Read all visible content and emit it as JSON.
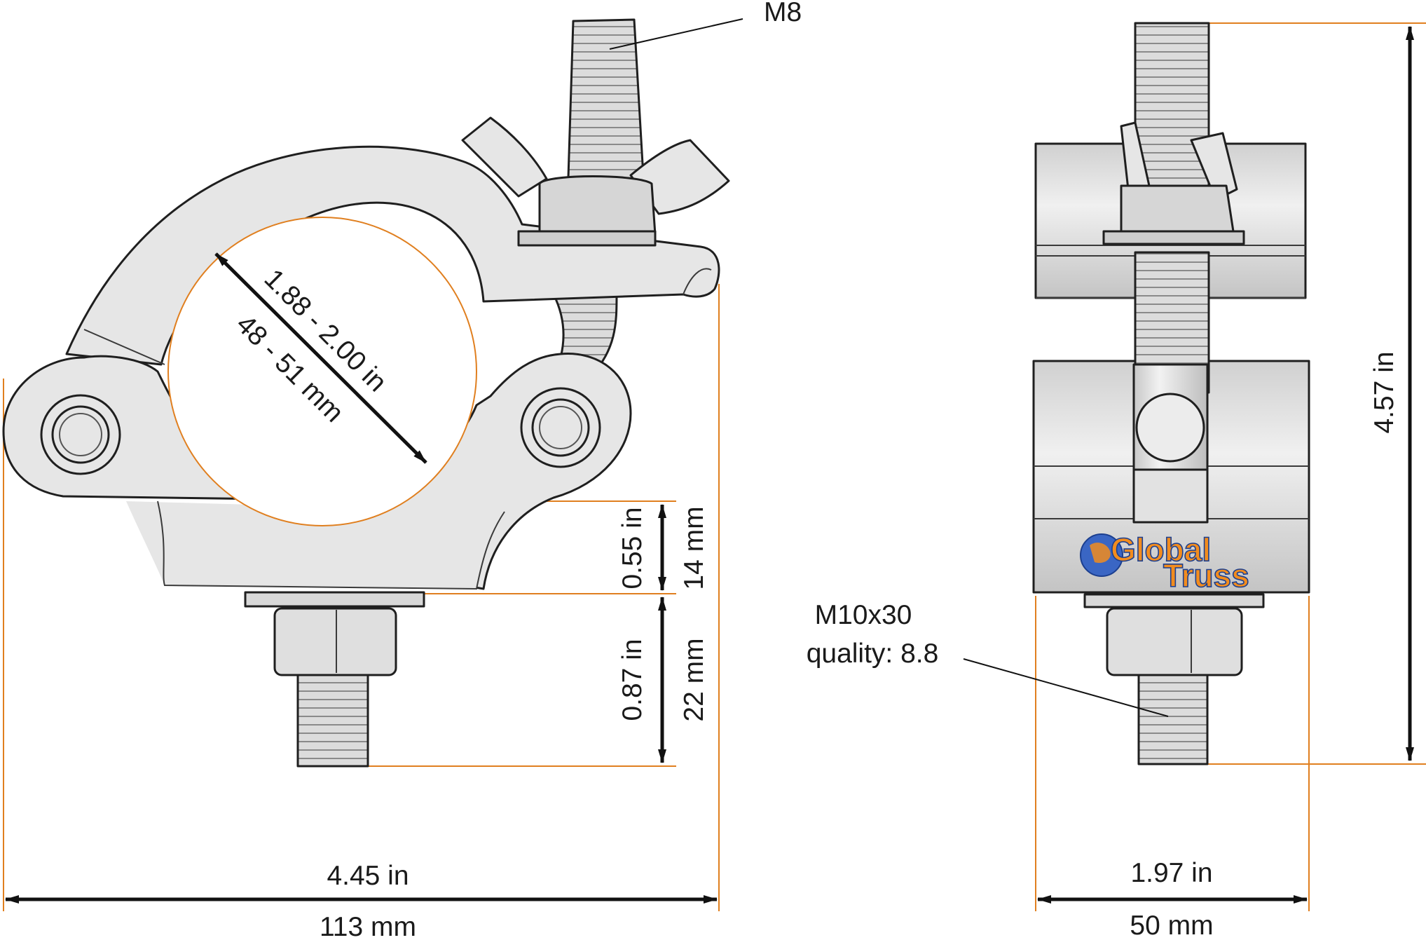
{
  "thread_top": "M8",
  "bolt_spec_line1": "M10x30",
  "bolt_spec_line2": "quality: 8.8",
  "tube_dia_in": "1.88 - 2.00 in",
  "tube_dia_mm": "48 - 51 mm",
  "base_gap_in": "0.55 in",
  "base_gap_mm": "14 mm",
  "bolt_len_in": "0.87 in",
  "bolt_len_mm": "22 mm",
  "width_front_in": "4.45 in",
  "width_front_mm": "113 mm",
  "width_side_in": "1.97 in",
  "width_side_mm": "50 mm",
  "height_in": "4.57 in",
  "brand_line1": "Global",
  "brand_line2": "Truss",
  "colors": {
    "extension_lines": "#e07f1f",
    "part_fill": "#e6e6e6",
    "outline": "#1f1f1f",
    "brand_orange": "#f28c1e",
    "brand_blue": "#1c3f8f"
  }
}
